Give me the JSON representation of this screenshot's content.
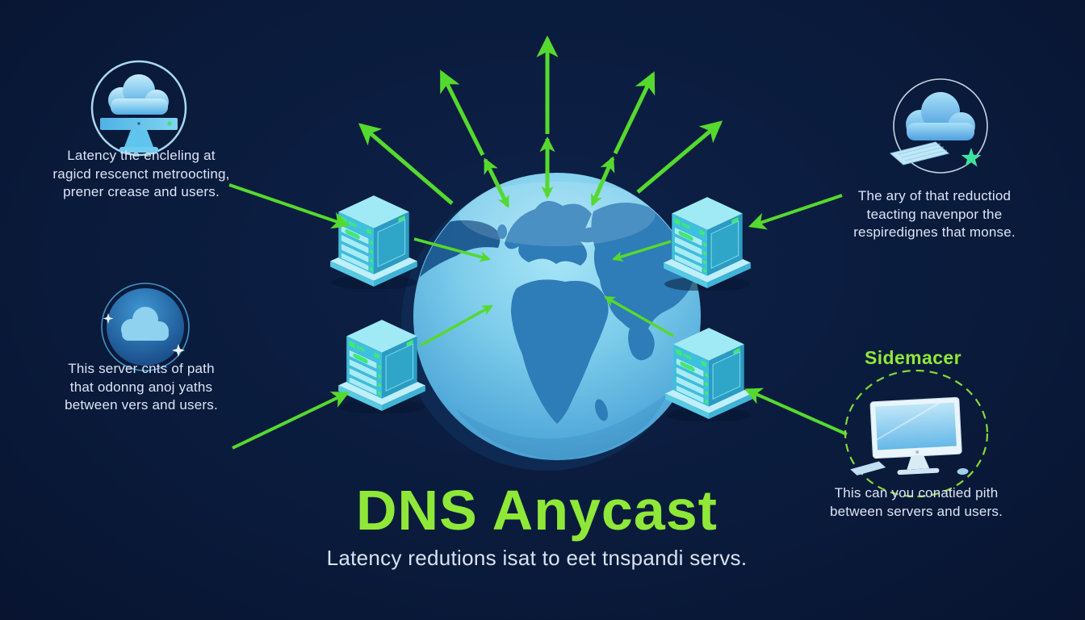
{
  "colors": {
    "background": "#0A1B3C",
    "accent_green": "#8FE838",
    "arrow_green": "#55D92E",
    "body_text": "#DCE5F6",
    "globe_light": "#A9E6F7",
    "globe_dark": "#3D90C5",
    "continent_blue": "#2E7CB8",
    "server_cyan": "#3EC1DE",
    "server_accent_green": "#43E873"
  },
  "title": {
    "heading": "DNS Anycast",
    "subtitle": "Latency redutions isat to eet tnspandi servs."
  },
  "callouts": {
    "top_left": {
      "lines": [
        "Latency the encleling at",
        "ragicd rescenct metroocting,",
        "prener crease and users."
      ]
    },
    "bottom_left": {
      "lines": [
        "This server cnts of path",
        "that odonng anoj yaths",
        "between vers and users."
      ]
    },
    "top_right": {
      "lines": [
        "The ary of that reductiod",
        "teacting navenpor the",
        "respiredignes that monse."
      ]
    },
    "bottom_right": {
      "heading": "Sidemacer",
      "lines": [
        "This can you conatied pith",
        "between servers and users."
      ]
    }
  },
  "icons": {
    "top_left": "cloud-monitor-icon",
    "middle_left": "sphere-cloud-icon",
    "top_right": "cloud-keyboard-star-icon",
    "bottom_right": "desktop-monitor-icon",
    "center": "globe-illustration",
    "around_globe": "server-icon"
  }
}
